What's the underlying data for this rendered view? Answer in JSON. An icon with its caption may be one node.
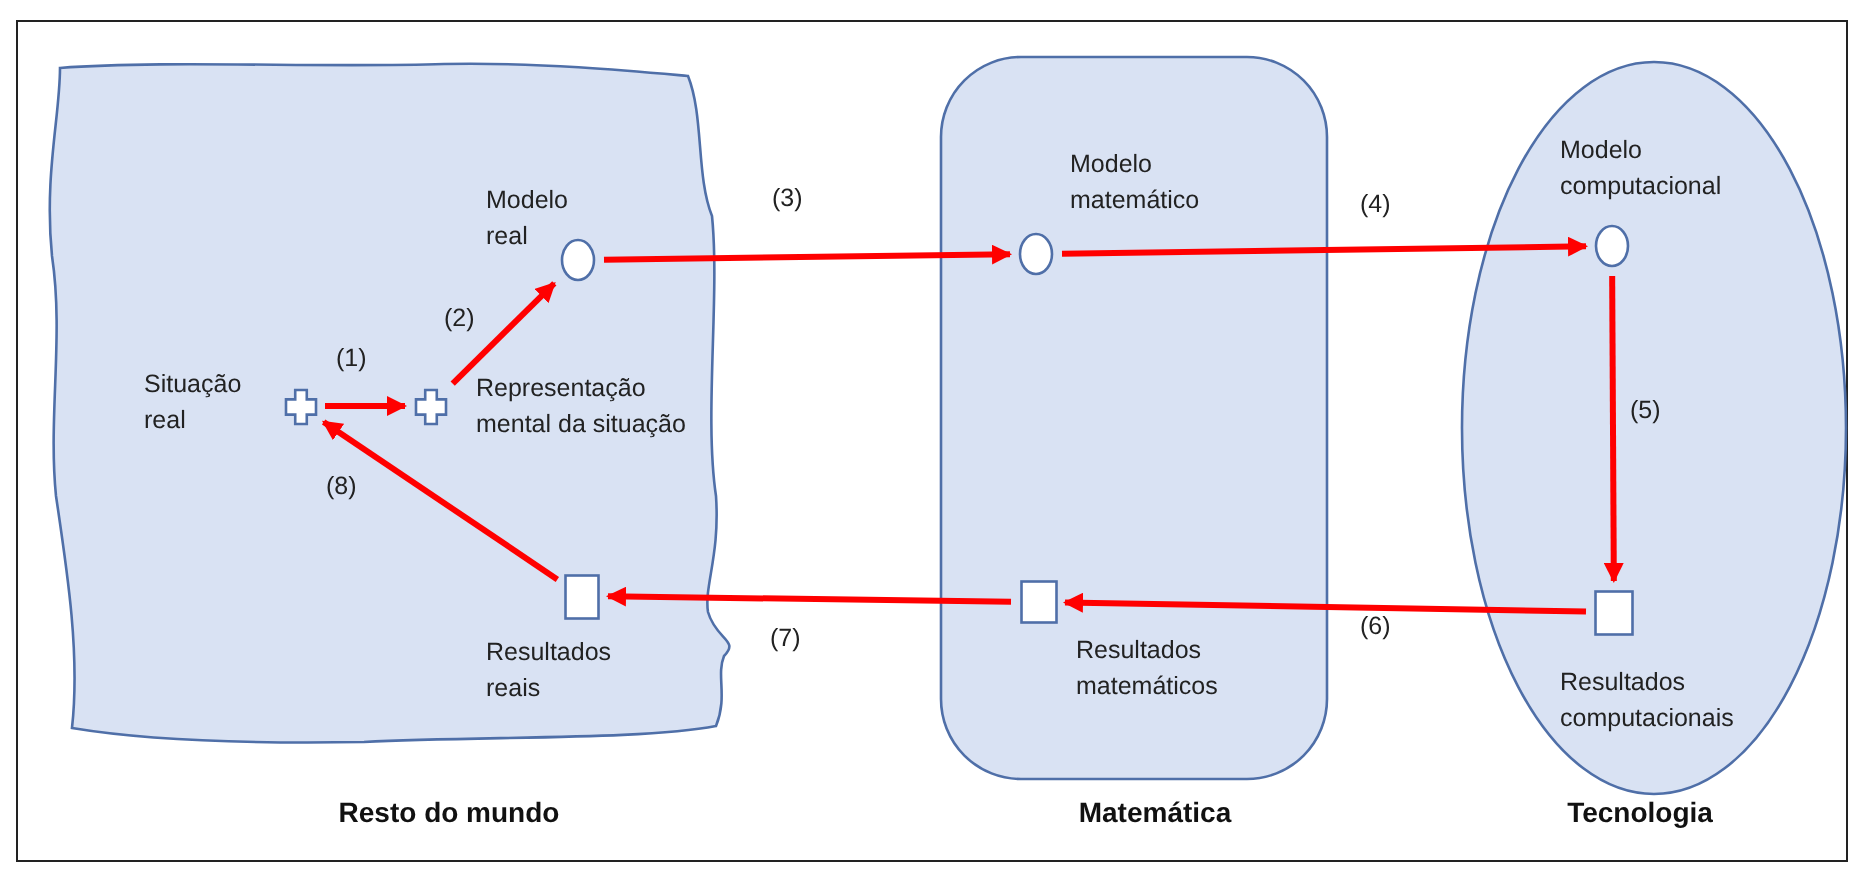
{
  "diagram": {
    "nodes": [
      {
        "text": [
          "Resto do mundo"
        ]
      },
      {
        "text": [],
        "shape": "cross",
        "in": 0,
        "beside": [
          "Situação real"
        ]
      },
      {
        "text": [],
        "shape": "cross",
        "in": 0,
        "beside": [
          "Representação mental da situação"
        ]
      },
      {
        "text": [],
        "shape": "circle",
        "in": 0,
        "beside": [
          "Modelo real"
        ]
      },
      {
        "text": [],
        "shape": "box",
        "in": 0,
        "beside": [
          "Resultados reais"
        ]
      },
      {
        "text": [
          "Matemática"
        ]
      },
      {
        "text": [],
        "shape": "circle",
        "in": 5,
        "beside": [
          "Modelo matemático"
        ]
      },
      {
        "text": [],
        "shape": "box",
        "in": 5,
        "beside": [
          "Resultados matemáticos"
        ]
      },
      {
        "text": [
          "Tecnologia"
        ]
      },
      {
        "text": [],
        "shape": "circle",
        "in": 8,
        "beside": [
          "Modelo computacional"
        ]
      },
      {
        "text": [],
        "shape": "box",
        "in": 8,
        "beside": [
          "Resultados computacionais"
        ]
      }
    ],
    "edges": [
      {
        "from": 1,
        "to": 2,
        "arrow": "to",
        "label": "(1)"
      },
      {
        "from": 2,
        "to": 3,
        "arrow": "to",
        "label": "(2)"
      },
      {
        "from": 3,
        "to": 6,
        "arrow": "to",
        "label": "(3)"
      },
      {
        "from": 6,
        "to": 9,
        "arrow": "to",
        "label": "(4)"
      },
      {
        "from": 9,
        "to": 10,
        "arrow": "to",
        "label": "(5)"
      },
      {
        "from": 10,
        "to": 7,
        "arrow": "to",
        "label": "(6)"
      },
      {
        "from": 7,
        "to": 4,
        "arrow": "to",
        "label": "(7)"
      },
      {
        "from": 4,
        "to": 1,
        "arrow": "to",
        "label": "(8)"
      }
    ]
  }
}
